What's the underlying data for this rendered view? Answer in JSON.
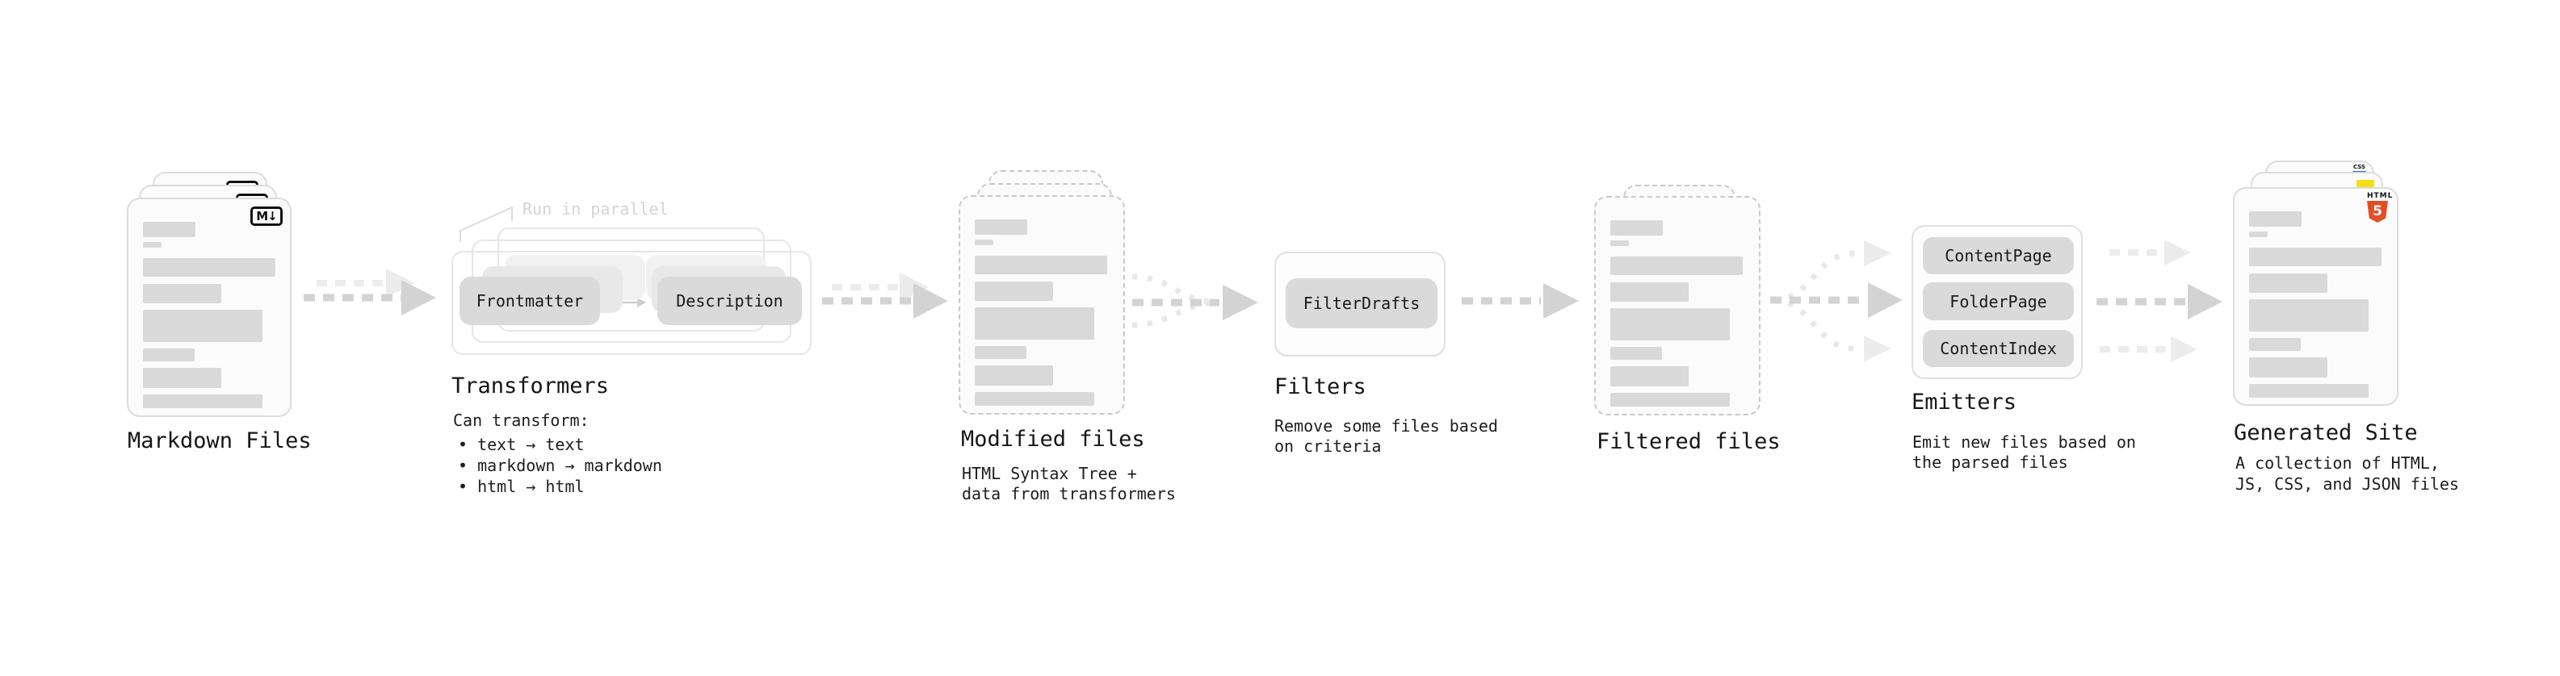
{
  "nodes": {
    "markdown_files": {
      "label": "Markdown Files",
      "badge": "M↓"
    },
    "transformers": {
      "label": "Transformers",
      "annotation": "Run in parallel",
      "pill_left": "Frontmatter",
      "pill_right": "Description",
      "desc_title": "Can transform:",
      "bullets": [
        "• text → text",
        "• markdown → markdown",
        "• html → html"
      ]
    },
    "modified_files": {
      "label": "Modified files",
      "desc_line1": "HTML Syntax Tree +",
      "desc_line2": "data from transformers"
    },
    "filters": {
      "label": "Filters",
      "pill": "FilterDrafts",
      "desc_line1": "Remove some files based",
      "desc_line2": "on criteria"
    },
    "filtered_files": {
      "label": "Filtered files"
    },
    "emitters": {
      "label": "Emitters",
      "pills": [
        "ContentPage",
        "FolderPage",
        "ContentIndex"
      ],
      "desc_line1": "Emit new files based on",
      "desc_line2": "the parsed files"
    },
    "generated_site": {
      "label": "Generated Site",
      "desc_line1": "A collection of HTML,",
      "desc_line2": "JS, CSS, and JSON files",
      "badge_html_text": "HTML",
      "badge_html_number": "5",
      "badge_css_text": "CSS"
    }
  },
  "colors": {
    "html5_orange": "#e44d26",
    "js_yellow": "#f5de19",
    "css_blue": "#2965f1"
  }
}
